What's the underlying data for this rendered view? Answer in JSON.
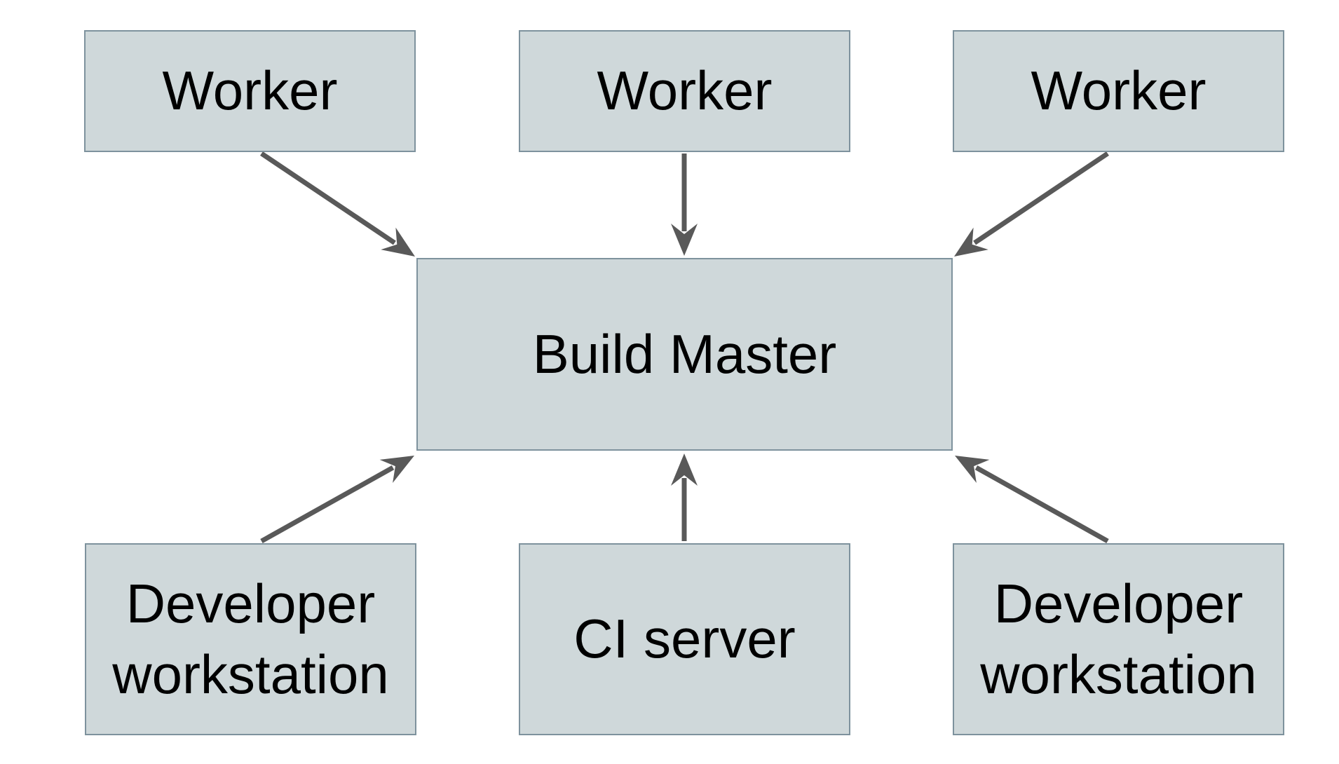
{
  "diagram": {
    "nodes": {
      "worker1": {
        "label": "Worker"
      },
      "worker2": {
        "label": "Worker"
      },
      "worker3": {
        "label": "Worker"
      },
      "build_master": {
        "label": "Build Master"
      },
      "dev_workstation_left": {
        "label": "Developer workstation"
      },
      "ci_server": {
        "label": "CI server"
      },
      "dev_workstation_right": {
        "label": "Developer workstation"
      }
    },
    "edges": [
      {
        "from": "worker1",
        "to": "build_master",
        "arrowhead": "to"
      },
      {
        "from": "worker2",
        "to": "build_master",
        "arrowhead": "to"
      },
      {
        "from": "worker3",
        "to": "build_master",
        "arrowhead": "to"
      },
      {
        "from": "dev_workstation_left",
        "to": "build_master",
        "arrowhead": "to"
      },
      {
        "from": "ci_server",
        "to": "build_master",
        "arrowhead": "to"
      },
      {
        "from": "dev_workstation_right",
        "to": "build_master",
        "arrowhead": "to"
      }
    ],
    "colors": {
      "background": "#ffffff",
      "node_fill": "#cfd8da",
      "node_border": "#7e929d",
      "arrow": "#595959",
      "text": "#000000"
    }
  }
}
